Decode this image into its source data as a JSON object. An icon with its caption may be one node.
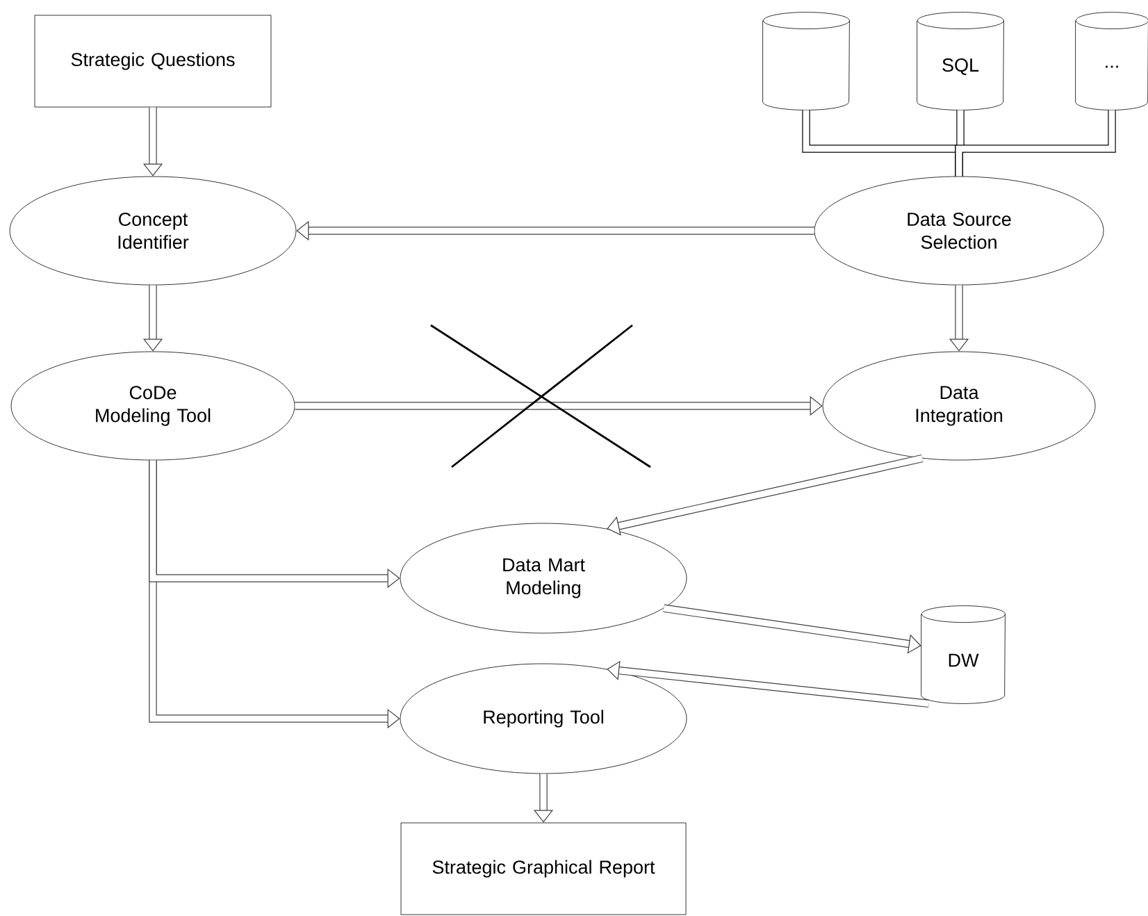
{
  "diagram": {
    "nodes": [
      {
        "text": [
          "Strategic Questions"
        ]
      },
      {
        "text": [],
        "shape": "cylinder"
      },
      {
        "text": [
          "SQL"
        ]
      },
      {
        "text": [
          "..."
        ]
      },
      {
        "text": [
          "Concept Identifier"
        ]
      },
      {
        "text": [
          "Data Source Selection"
        ]
      },
      {
        "text": [
          "CoDe Modeling Tool"
        ]
      },
      {
        "text": [
          "Data Integration"
        ]
      },
      {
        "text": [
          "Data Mart Modeling"
        ]
      },
      {
        "text": [
          "DW"
        ]
      },
      {
        "text": [
          "Reporting Tool"
        ]
      },
      {
        "text": [
          "Strategic Graphical Report"
        ]
      }
    ],
    "edges": [
      {
        "from": 0,
        "to": 4,
        "arrow": "to"
      },
      {
        "from": 5,
        "to": 4,
        "arrow": "to"
      },
      {
        "from": 4,
        "to": 6,
        "arrow": "to"
      },
      {
        "from": 5,
        "to": 7,
        "arrow": "to"
      },
      {
        "from": 6,
        "to": 7,
        "arrow": "to"
      },
      {
        "from": 7,
        "to": 8,
        "arrow": "to"
      },
      {
        "from": 6,
        "to": 10,
        "arrow": "to"
      },
      {
        "from": 6,
        "to": 8,
        "arrow": "to"
      },
      {
        "from": 8,
        "to": 9,
        "arrow": "to"
      },
      {
        "from": 9,
        "to": 10,
        "arrow": "to"
      },
      {
        "from": 10,
        "to": 11,
        "arrow": "to"
      },
      {
        "from": 1,
        "to": 5,
        "arrow": "none",
        "color": "#000000"
      },
      {
        "from": 2,
        "to": 5,
        "arrow": "none",
        "color": "#000000"
      },
      {
        "from": 3,
        "to": 5,
        "arrow": "none",
        "color": "#000000"
      }
    ]
  }
}
